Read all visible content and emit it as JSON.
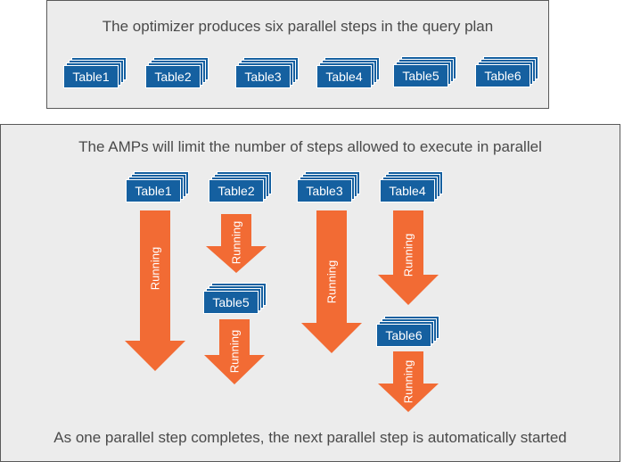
{
  "top_caption": "The optimizer produces six parallel steps in the query plan",
  "middle_caption": "The AMPs will limit the number of steps allowed to execute in parallel",
  "bottom_caption": "As one parallel step completes, the next parallel step is automatically started",
  "top_tables": [
    "Table1",
    "Table2",
    "Table3",
    "Table4",
    "Table5",
    "Table6"
  ],
  "flow_tables": {
    "t1": "Table1",
    "t2": "Table2",
    "t3": "Table3",
    "t4": "Table4",
    "t5": "Table5",
    "t6": "Table6"
  },
  "running_label": "Running",
  "colors": {
    "table_fill": "#1560a0",
    "arrow_fill": "#f26b34",
    "panel_fill": "#ececec"
  }
}
